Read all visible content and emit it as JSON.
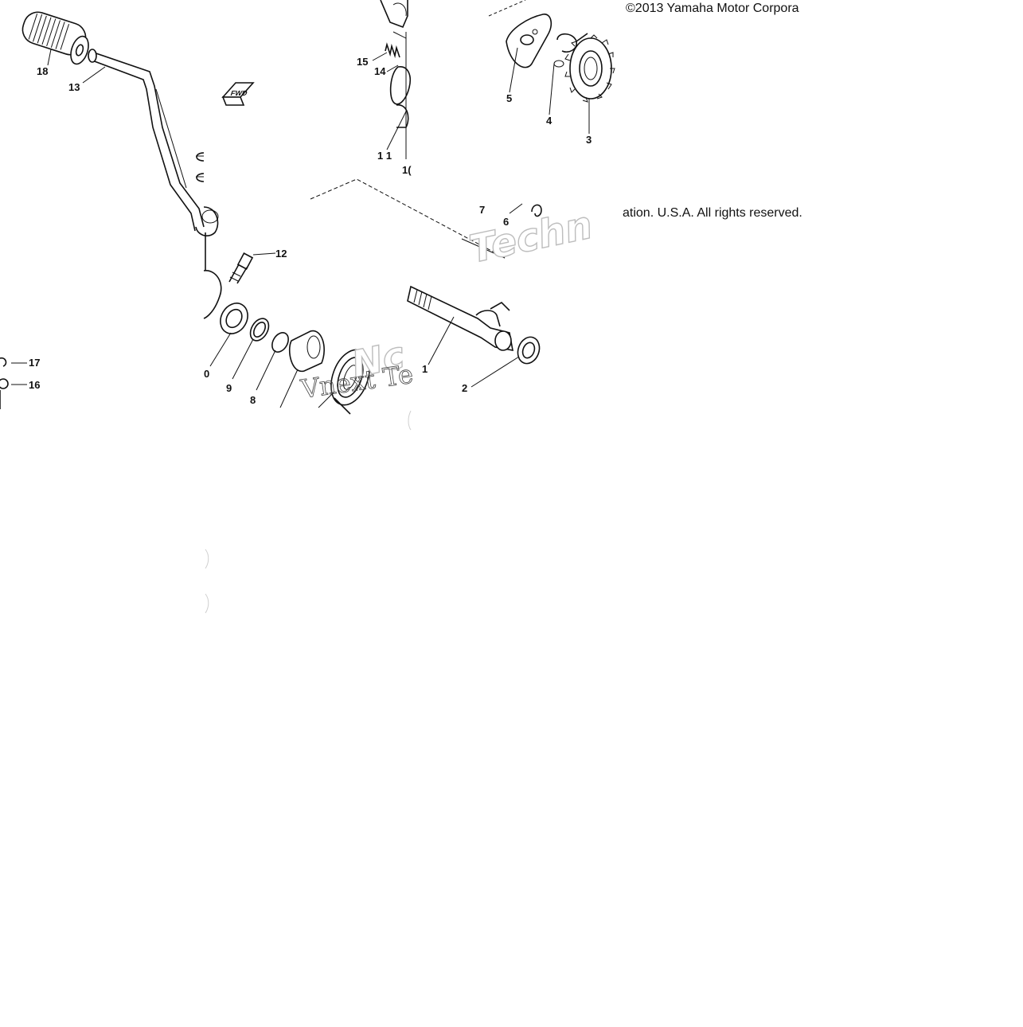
{
  "copyright": {
    "line_a": "©2013 Yamaha Motor Corpora",
    "line_b": "ation. U.S.A. All rights reserved."
  },
  "watermarks": {
    "techn": "Techn",
    "vn_fragment": "Vnext Te",
    "nc_fragment": "Nc"
  },
  "callouts": [
    {
      "id": "18",
      "label": "18"
    },
    {
      "id": "13",
      "label": "13"
    },
    {
      "id": "15",
      "label": "15"
    },
    {
      "id": "14",
      "label": "14"
    },
    {
      "id": "11",
      "label": "1 1"
    },
    {
      "id": "10",
      "label": "1("
    },
    {
      "id": "12",
      "label": "12"
    },
    {
      "id": "5",
      "label": "5"
    },
    {
      "id": "4",
      "label": "4"
    },
    {
      "id": "3",
      "label": "3"
    },
    {
      "id": "7",
      "label": "7"
    },
    {
      "id": "6",
      "label": "6"
    },
    {
      "id": "17",
      "label": "17"
    },
    {
      "id": "16",
      "label": "16"
    },
    {
      "id": "10b",
      "label": "0"
    },
    {
      "id": "9",
      "label": "9"
    },
    {
      "id": "8",
      "label": "8"
    },
    {
      "id": "1",
      "label": "1"
    },
    {
      "id": "2",
      "label": "2"
    }
  ],
  "badges": {
    "fwd": "FWD"
  },
  "icons": [
    "kick-grip-icon",
    "kick-lever-icon",
    "kick-shaft-icon",
    "gear-icon",
    "washer-icon",
    "spring-icon",
    "bolt-icon"
  ]
}
